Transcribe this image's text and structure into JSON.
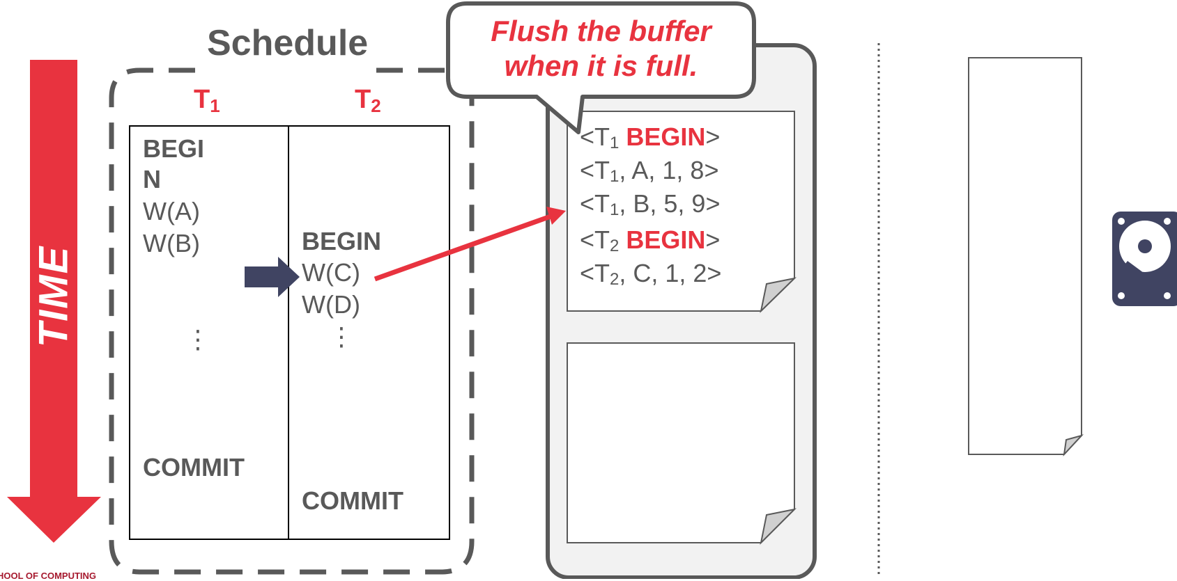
{
  "time_label": "TIME",
  "schedule": {
    "title": "Schedule",
    "t1_header": {
      "name": "T",
      "sub": "1"
    },
    "t2_header": {
      "name": "T",
      "sub": "2"
    },
    "t1_ops": {
      "begin_a": "BEGI",
      "begin_b": "N",
      "op1": "W(A)",
      "op2": "W(B)",
      "ellipsis": "⋮",
      "commit": "COMMIT"
    },
    "t2_ops": {
      "begin": "BEGIN",
      "op1": "W(C)",
      "op2": "W(D)",
      "ellipsis": "⋮",
      "commit": "COMMIT"
    }
  },
  "callout": {
    "line1": "Flush the buffer",
    "line2": "when it is full."
  },
  "log_buffer": [
    {
      "pre": "<T",
      "sub": "1",
      "mid": " ",
      "kw": "BEGIN",
      "post": ">"
    },
    {
      "pre": "<T",
      "sub": "1",
      "mid": ", A, 1, 8>",
      "kw": "",
      "post": ""
    },
    {
      "pre": "<T",
      "sub": "1",
      "mid": ", B, 5, 9>",
      "kw": "",
      "post": ""
    },
    {
      "pre": "<T",
      "sub": "2",
      "mid": " ",
      "kw": "BEGIN",
      "post": ">"
    },
    {
      "pre": "<T",
      "sub": "2",
      "mid": ", C, 1, 2>",
      "kw": "",
      "post": ""
    }
  ],
  "footer_text": "HOOL OF COMPUTING",
  "icons": {
    "disk": "hard-disk-icon",
    "arrow": "current-op-arrow-icon"
  },
  "colors": {
    "accent_red": "#e8333f",
    "gray_text": "#595959",
    "navy": "#404462",
    "panel_bg": "#f2f2f2"
  }
}
